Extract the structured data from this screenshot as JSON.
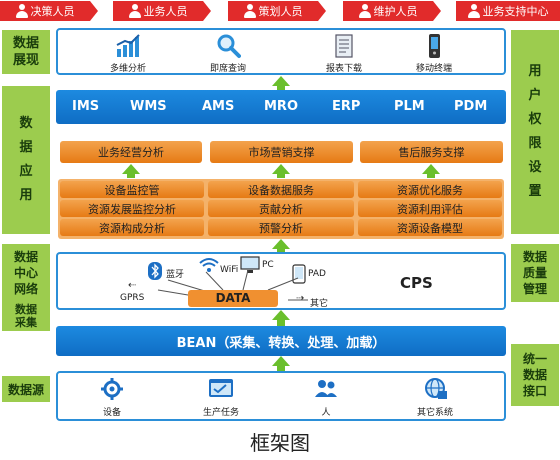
{
  "roles": [
    "决策人员",
    "业务人员",
    "策划人员",
    "维护人员",
    "业务支持中心"
  ],
  "left_labels": {
    "display": "数据\n展现",
    "application": "数\n据\n应\n用",
    "datacenter": "数据\n中心\n网络",
    "collect": "数据\n采集",
    "source": "数据源"
  },
  "right_labels": {
    "permission": "用\n户\n权\n限\n设\n置",
    "quality": "数据\n质量\n管理",
    "interface": "统一\n数据\n接口"
  },
  "display_items": [
    {
      "label": "多维分析",
      "icon": "chart-icon"
    },
    {
      "label": "即席查询",
      "icon": "magnifier-icon"
    },
    {
      "label": "报表下载",
      "icon": "report-icon"
    },
    {
      "label": "移动终端",
      "icon": "mobile-icon"
    }
  ],
  "systems": [
    "IMS",
    "WMS",
    "AMS",
    "MRO",
    "ERP",
    "PLM",
    "PDM"
  ],
  "top_orange": [
    "业务经营分析",
    "市场营销支撑",
    "售后服务支撑"
  ],
  "orange_grid": [
    [
      "设备监控管",
      "设备数据服务",
      "资源优化服务"
    ],
    [
      "资源发展监控分析",
      "贡献分析",
      "资源利用评估"
    ],
    [
      "资源构成分析",
      "预警分析",
      "资源设备模型"
    ]
  ],
  "datacenter": {
    "center_label": "DATA",
    "cps_label": "CPS",
    "devices": [
      {
        "label": "蓝牙",
        "icon": "bluetooth-icon"
      },
      {
        "label": "WiFi",
        "icon": "wifi-icon"
      },
      {
        "label": "PC",
        "icon": "pc-icon"
      },
      {
        "label": "PAD",
        "icon": "pad-icon"
      },
      {
        "label": "GPRS",
        "icon": "gprs-icon"
      },
      {
        "label": "其它",
        "icon": "other-icon"
      }
    ]
  },
  "bean_label": "BEAN（采集、转换、处理、加载）",
  "sources": [
    {
      "label": "设备",
      "icon": "equipment-icon"
    },
    {
      "label": "生产任务",
      "icon": "task-icon"
    },
    {
      "label": "人",
      "icon": "people-icon"
    },
    {
      "label": "其它系统",
      "icon": "system-icon"
    }
  ],
  "caption": "框架图",
  "colors": {
    "role_red": "#e12b2b",
    "side_green": "#9ccc4e",
    "system_blue": "#1d8ae0",
    "orange": "#f09030",
    "arrow_green": "#6abf2c"
  }
}
